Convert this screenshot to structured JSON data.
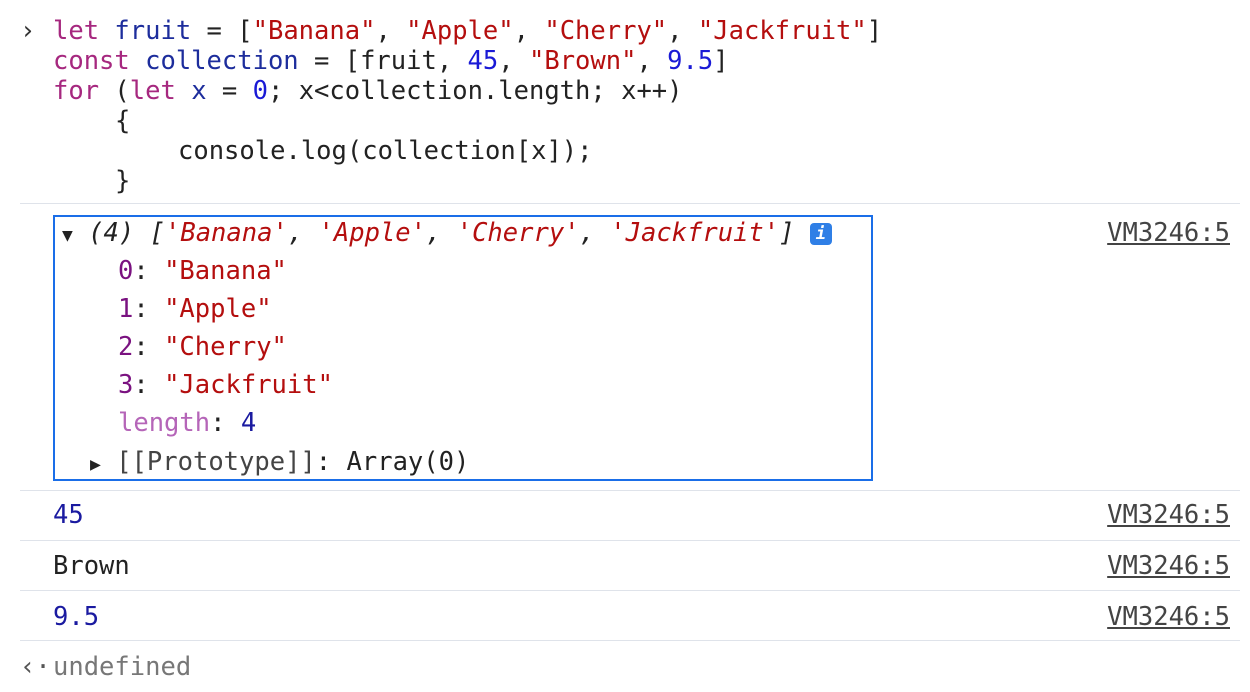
{
  "input": {
    "prompt_icon": "chevron-right-icon",
    "line1": {
      "kw": "let",
      "name": "fruit",
      "eq": " = [",
      "s1": "\"Banana\"",
      "s2": "\"Apple\"",
      "s3": "\"Cherry\"",
      "s4": "\"Jackfruit\"",
      "end": "]"
    },
    "line2": {
      "kw": "const",
      "name": "collection",
      "eq": " = [fruit, ",
      "n1": "45",
      "s1": "\"Brown\"",
      "n2": "9.5",
      "end": "]"
    },
    "line3": {
      "kw1": "for",
      "p": " (",
      "kw2": "let",
      "x": "x",
      "eq": " = ",
      "zero": "0",
      "rest": "; x<collection.length; x++)"
    },
    "line4": "{",
    "line5": "console.log(collection[x]);",
    "line6": "}"
  },
  "logs": [
    {
      "source": "VM3246:5",
      "preview": {
        "count": "(4)",
        "open": "[",
        "items": [
          "'Banana'",
          "'Apple'",
          "'Cherry'",
          "'Jackfruit'"
        ],
        "close": "]"
      },
      "entries": [
        {
          "k": "0",
          "v": "\"Banana\""
        },
        {
          "k": "1",
          "v": "\"Apple\""
        },
        {
          "k": "2",
          "v": "\"Cherry\""
        },
        {
          "k": "3",
          "v": "\"Jackfruit\""
        }
      ],
      "length_key": "length",
      "length_val": "4",
      "proto": "[[Prototype]]",
      "proto_val": "Array(0)",
      "info": "i"
    },
    {
      "text": "45",
      "source": "VM3246:5"
    },
    {
      "text": "Brown",
      "source": "VM3246:5"
    },
    {
      "text": "9.5",
      "source": "VM3246:5"
    }
  ],
  "result": {
    "icon": "return-arrow-icon",
    "text": "undefined"
  },
  "colors": {
    "keyword": "#a6287f",
    "string": "#b40e0e",
    "number": "#1a1ad6",
    "highlight": "#1a6ee8"
  }
}
